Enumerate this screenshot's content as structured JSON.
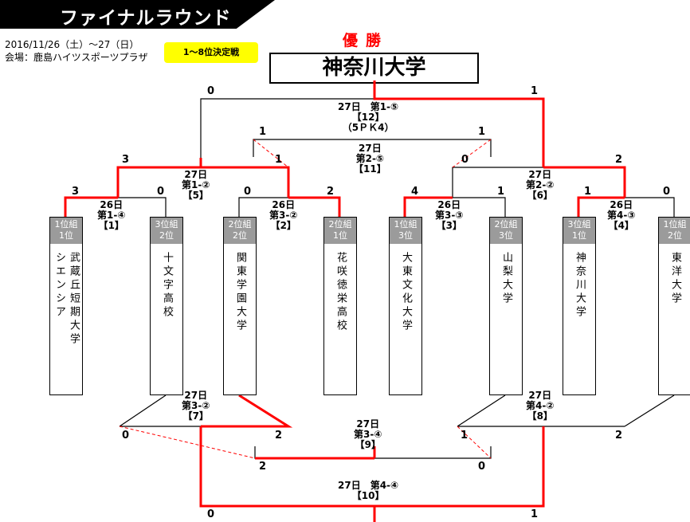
{
  "header": {
    "title": "ファイナルラウンド",
    "date": "2016/11/26（土）～27（日）",
    "venue": "会場：鹿島ハイツスポーツプラザ",
    "badge": "1～8位決定戦"
  },
  "champion": {
    "label": "優勝",
    "team": "神奈川大学"
  },
  "teams": [
    {
      "seed1": "1位組",
      "seed2": "1位",
      "cols": [
        "武蔵丘短期大学",
        "シエンシア"
      ]
    },
    {
      "seed1": "3位組",
      "seed2": "2位",
      "cols": [
        "十文字高校"
      ]
    },
    {
      "seed1": "2位組",
      "seed2": "2位",
      "cols": [
        "関東学園大学"
      ]
    },
    {
      "seed1": "2位組",
      "seed2": "1位",
      "cols": [
        "花咲徳栄高校"
      ]
    },
    {
      "seed1": "1位組",
      "seed2": "3位",
      "cols": [
        "大東文化大学"
      ]
    },
    {
      "seed1": "2位組",
      "seed2": "3位",
      "cols": [
        "山梨大学"
      ]
    },
    {
      "seed1": "3位組",
      "seed2": "1位",
      "cols": [
        "神奈川大学"
      ]
    },
    {
      "seed1": "1位組",
      "seed2": "2位",
      "cols": [
        "東洋大学"
      ]
    }
  ],
  "matches": {
    "m1": [
      "26日",
      "第1-④",
      "【1】"
    ],
    "m2": [
      "26日",
      "第3-②",
      "【2】"
    ],
    "m3": [
      "26日",
      "第3-③",
      "【3】"
    ],
    "m4": [
      "26日",
      "第4-③",
      "【4】"
    ],
    "m5": [
      "27日",
      "第1-②",
      "【5】"
    ],
    "m6": [
      "27日",
      "第2-②",
      "【6】"
    ],
    "m7": [
      "27日",
      "第3-②",
      "【7】"
    ],
    "m8": [
      "27日",
      "第4-②",
      "【8】"
    ],
    "m9": [
      "27日",
      "第3-④",
      "【9】"
    ],
    "m10": [
      "27日　第4-④",
      "【10】"
    ],
    "m11": [
      "27日",
      "第2-⑤",
      "【11】"
    ],
    "m12": [
      "27日　第1-⑤",
      "【12】",
      "（5ＰＫ4）"
    ]
  },
  "scores": {
    "r1": [
      "3",
      "0",
      "0",
      "2",
      "4",
      "1",
      "1",
      "0"
    ],
    "sf": [
      "3",
      "1",
      "0",
      "2"
    ],
    "third": [
      "1",
      "1"
    ],
    "final": [
      "0",
      "1"
    ],
    "lower": [
      "0",
      "2",
      "1",
      "2"
    ],
    "m9": [
      "2",
      "0"
    ],
    "m10": [
      "0",
      "1"
    ]
  },
  "colors": {
    "win": "#ff0000",
    "line": "#000000",
    "seed_bg": "#9b9b9b",
    "badge": "#ffff00"
  }
}
